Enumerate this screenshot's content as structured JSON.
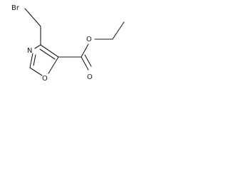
{
  "molecule": {
    "atoms": {
      "br": "Br",
      "n": "N",
      "o_ring": "O",
      "o_carbonyl": "O",
      "o_ester": "O"
    }
  },
  "colors": {
    "bond": "#1a1a1a",
    "label": "#1a1a1a",
    "background": "#ffffff"
  }
}
